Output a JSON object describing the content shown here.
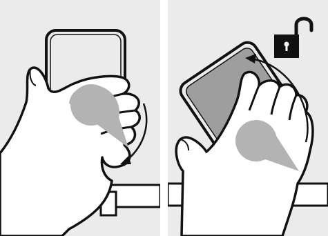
{
  "figure": {
    "panels": [
      {
        "id": "left",
        "state": "hand-held-device-rotate-down"
      },
      {
        "id": "right",
        "state": "device-tilted-with-unlock",
        "badge_icon": "unlock-icon"
      }
    ],
    "colors": {
      "panel_background": "#ebebeb",
      "device_body": "#ebebeb",
      "device_screen_right": "#9e9e9e",
      "motion_cone": "#b3b3b3",
      "outline": "#111111",
      "badge_fill": "#111111",
      "skin": "#ffffff",
      "bar": "#ffffff"
    }
  }
}
